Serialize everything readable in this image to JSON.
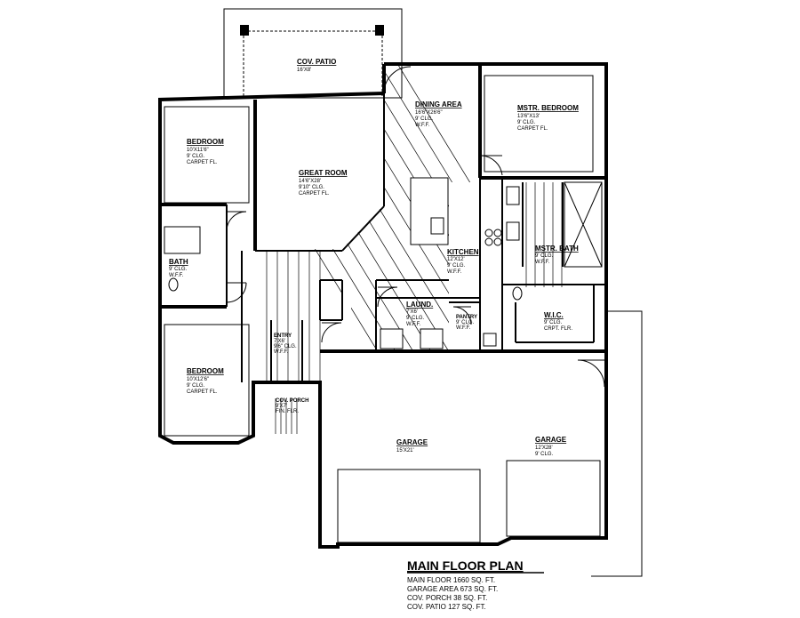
{
  "rooms": {
    "cov_patio": {
      "name": "COV. PATIO",
      "lines": [
        "16'X8'"
      ]
    },
    "great_room": {
      "name": "GREAT ROOM",
      "lines": [
        "14'6\"X28'",
        "9'10\" CLG.",
        "CARPET FL."
      ]
    },
    "dining": {
      "name": "DINING AREA",
      "lines": [
        "16'6\"X26'6\"",
        "9' CLG.",
        "W.F.F."
      ]
    },
    "mstr_bedroom": {
      "name": "MSTR. BEDROOM",
      "lines": [
        "13'6\"X13'",
        "9' CLG.",
        "CARPET FL."
      ]
    },
    "bedroom_top": {
      "name": "BEDROOM",
      "lines": [
        "10'X11'6\"",
        "9' CLG.",
        "CARPET FL."
      ]
    },
    "bath": {
      "name": "BATH",
      "lines": [
        "9' CLG.",
        "W.F.F."
      ]
    },
    "kitchen": {
      "name": "KITCHEN",
      "lines": [
        "12'X12'",
        "9' CLG.",
        "W.F.F."
      ]
    },
    "mstr_bath": {
      "name": "MSTR. BATH",
      "lines": [
        "9' CLG.",
        "W.F.F."
      ]
    },
    "laund": {
      "name": "LAUND.",
      "lines": [
        "7'X6'",
        "9' CLG.",
        "W.F.F."
      ]
    },
    "pantry": {
      "name": "PANTRY",
      "lines": [
        "9' CLG.",
        "W.F.F."
      ]
    },
    "wic": {
      "name": "W.I.C.",
      "lines": [
        "9' CLG.",
        "CRPT. FLR."
      ]
    },
    "entry": {
      "name": "ENTRY",
      "lines": [
        "7'X6'",
        "9'6\" CLG.",
        "W.F.F."
      ]
    },
    "bedroom_bottom": {
      "name": "BEDROOM",
      "lines": [
        "10'X12'6\"",
        "9' CLG.",
        "CARPET FL."
      ]
    },
    "cov_porch": {
      "name": "COV. PORCH",
      "lines": [
        "9'X7'",
        "FIN. FLR."
      ]
    },
    "garage_left": {
      "name": "GARAGE",
      "lines": [
        "15'X21'"
      ]
    },
    "garage_right": {
      "name": "GARAGE",
      "lines": [
        "12'X28'",
        "9' CLG."
      ]
    }
  },
  "legend": {
    "title": "MAIN FLOOR PLAN",
    "lines": [
      "MAIN FLOOR 1660 SQ. FT.",
      "GARAGE AREA 673 SQ. FT.",
      "COV. PORCH 38 SQ. FT.",
      "COV. PATIO 127 SQ. FT."
    ]
  }
}
